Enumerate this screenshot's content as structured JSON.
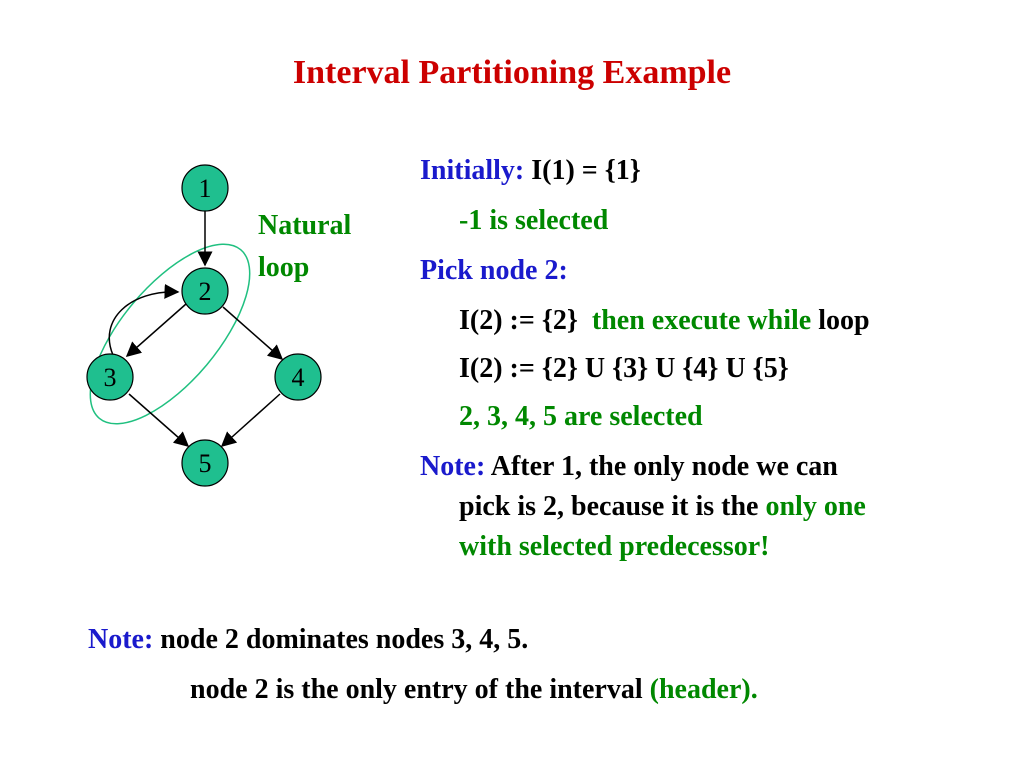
{
  "title": "Interval Partitioning Example",
  "graph": {
    "nodes": [
      "1",
      "2",
      "3",
      "4",
      "5"
    ],
    "loop_label": [
      "Natural",
      "loop"
    ],
    "node_color": "#1fbf8f",
    "loop_color": "#20c080"
  },
  "text": {
    "l1": {
      "a": "Initially:",
      "b": " I(1) = {1}"
    },
    "l2": "-1 is selected",
    "l3": "Pick node 2:",
    "l4": {
      "a": "I(2) := {2}",
      "b": "then execute while",
      "c": " loop"
    },
    "l5": "I(2) := {2} U {3} U {4} U {5}",
    "l6": "2, 3, 4, 5 are selected",
    "l7": {
      "a": "Note:",
      "b": " After 1, the only node we can"
    },
    "l8": {
      "a": "pick is 2, because it is the ",
      "b": "only one"
    },
    "l9": "with selected predecessor!",
    "n1": {
      "a": "Note:",
      "b": " node 2 dominates nodes 3, 4, 5."
    },
    "n2": {
      "a": "node 2 is the only entry of the interval ",
      "b": "(header)."
    }
  },
  "colors": {
    "title": "#cc0000",
    "blue": "#1a1acc",
    "green": "#008800"
  }
}
